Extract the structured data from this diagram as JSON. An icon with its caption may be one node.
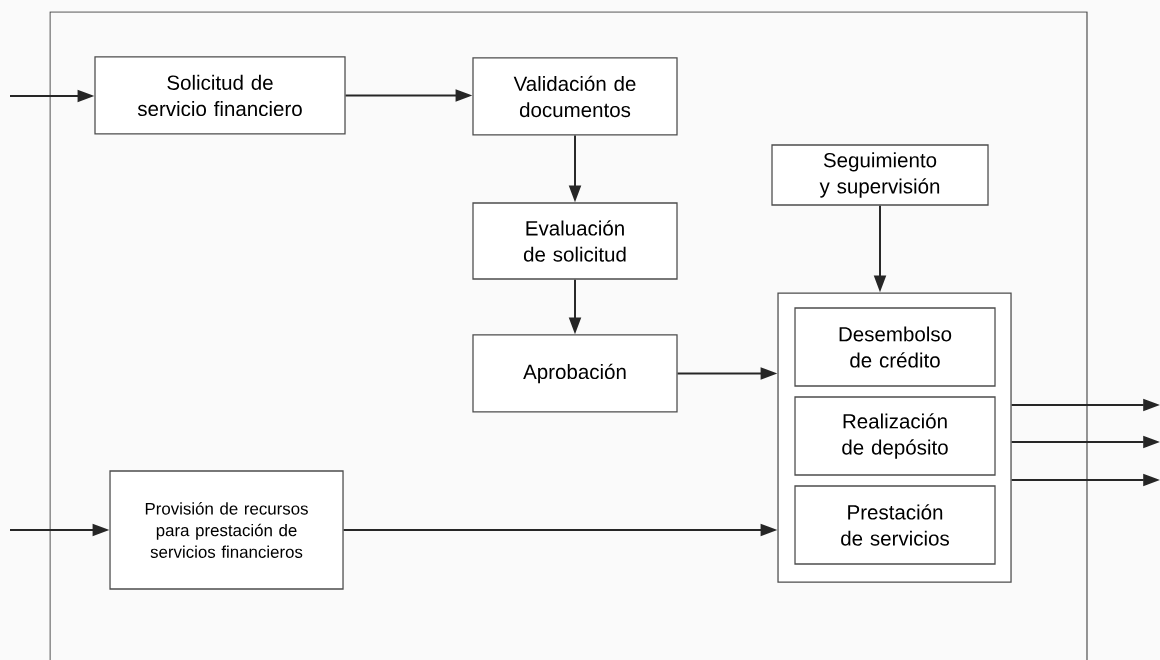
{
  "diagram": {
    "nodes": [
      {
        "text": [
          "Solicitud de servicio financiero"
        ]
      },
      {
        "text": [
          "Validación de documentos"
        ]
      },
      {
        "text": [
          "Seguimiento y supervisión"
        ]
      },
      {
        "text": [
          "Evaluación de solicitud"
        ]
      },
      {
        "text": [
          "Aprobación"
        ]
      },
      {
        "text": [],
        "shape": "box"
      },
      {
        "text": [
          "Desembolso de crédito"
        ],
        "in": 5
      },
      {
        "text": [
          "Realización de depósito"
        ],
        "in": 5
      },
      {
        "text": [
          "Prestación de servicios"
        ],
        "in": 5
      },
      {
        "text": [
          "Provisión de recursos para prestación de servicios financieros"
        ]
      }
    ],
    "edges": [
      {
        "from": null,
        "to": 0,
        "arrow": "to"
      },
      {
        "from": 0,
        "to": 1,
        "arrow": "to"
      },
      {
        "from": 1,
        "to": 3,
        "arrow": "to"
      },
      {
        "from": 3,
        "to": 4,
        "arrow": "to"
      },
      {
        "from": 2,
        "to": 5,
        "arrow": "to"
      },
      {
        "from": 4,
        "to": 5,
        "arrow": "to"
      },
      {
        "from": null,
        "to": 9,
        "arrow": "to"
      },
      {
        "from": 9,
        "to": 5,
        "arrow": "to"
      },
      {
        "from": 5,
        "to": null,
        "arrow": "to"
      },
      {
        "from": 5,
        "to": null,
        "arrow": "to"
      },
      {
        "from": 5,
        "to": null,
        "arrow": "to"
      }
    ]
  }
}
